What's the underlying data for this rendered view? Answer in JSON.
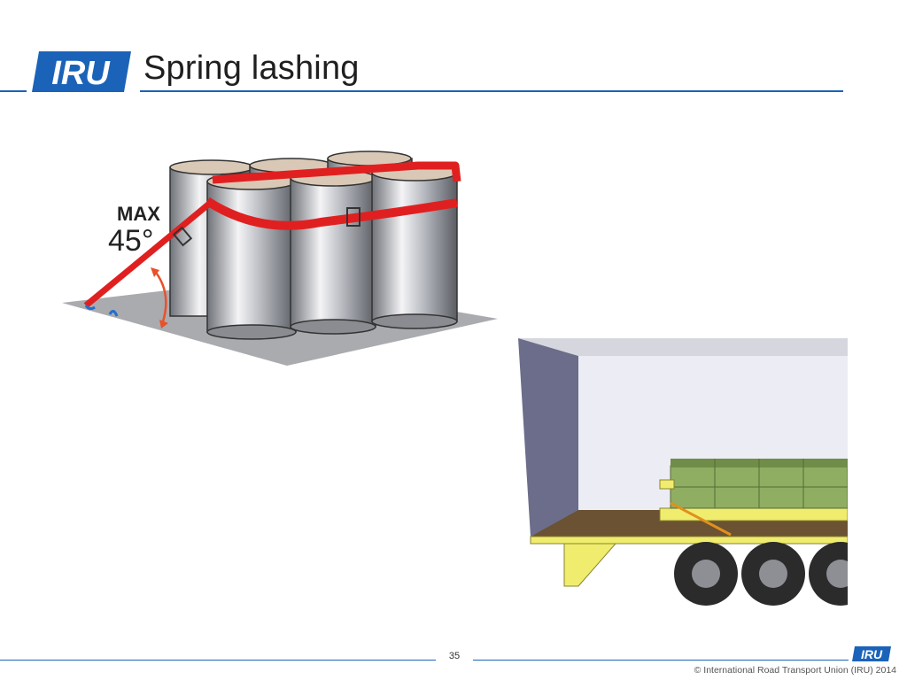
{
  "slide": {
    "title": "Spring lashing",
    "logo_text": "IRU",
    "page_number": "35",
    "copyright": "© International Road Transport Union (IRU) 2014"
  },
  "illustration": {
    "angle_label_line1": "MAX",
    "angle_label_line2": "45°"
  },
  "colors": {
    "brand_blue": "#1a63b8",
    "strap_red": "#e02020",
    "angle_orange": "#e8512a",
    "deck_yellow": "#f0ec6e",
    "cargo_green": "#8fae62"
  }
}
